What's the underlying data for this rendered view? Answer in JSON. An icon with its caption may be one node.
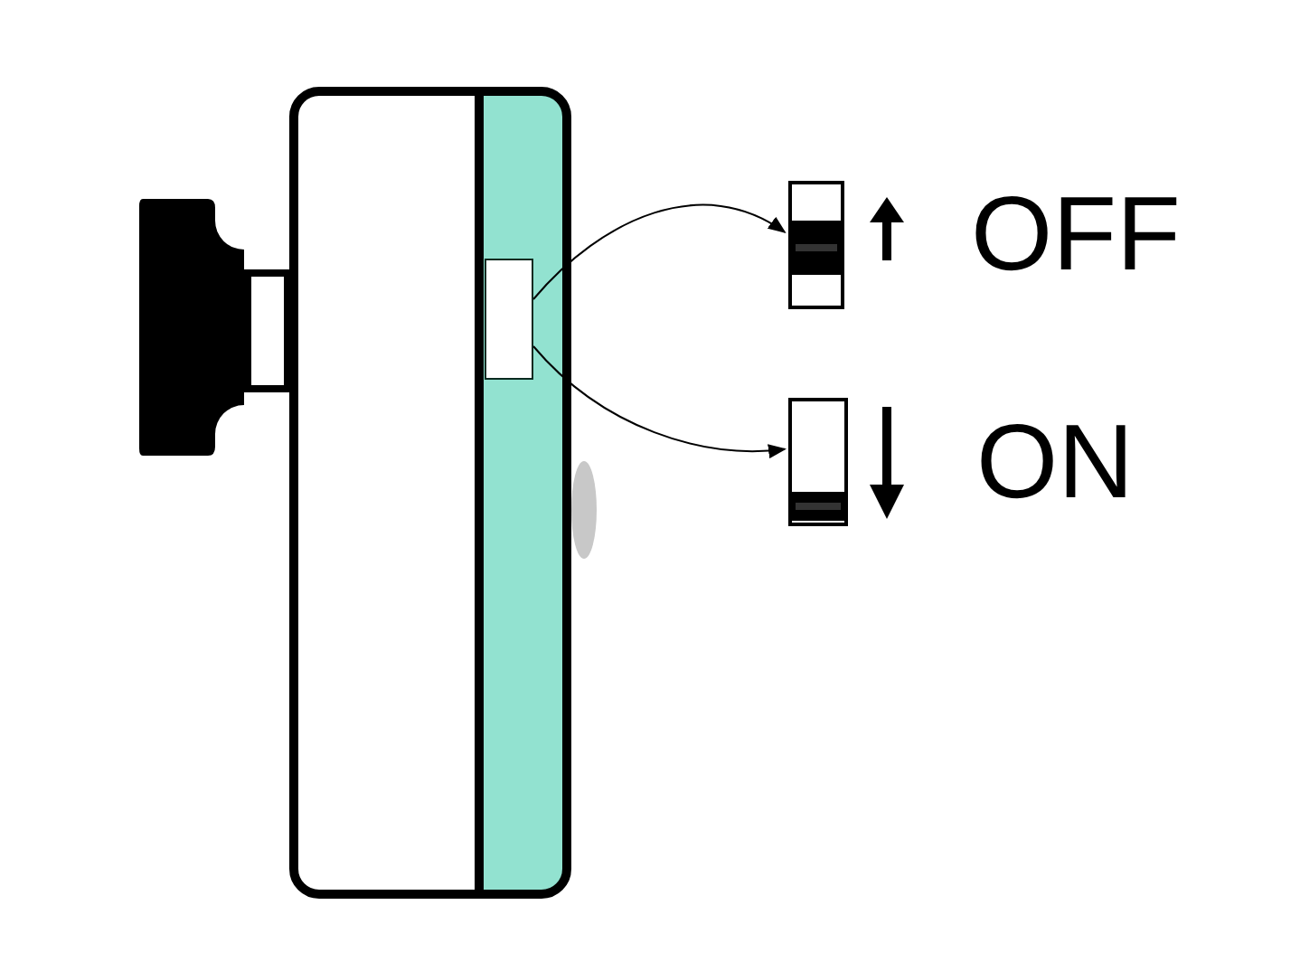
{
  "diagram": {
    "nodes": [
      {
        "text": [],
        "shape": "box"
      },
      {
        "text": [],
        "shape": "picture",
        "beside": [
          "OFF"
        ]
      },
      {
        "text": [],
        "shape": "picture",
        "beside": [
          "ON"
        ]
      }
    ],
    "edges": [
      {
        "from": 0,
        "to": 1,
        "arrow": "to"
      },
      {
        "from": 0,
        "to": 2,
        "arrow": "to"
      }
    ]
  }
}
